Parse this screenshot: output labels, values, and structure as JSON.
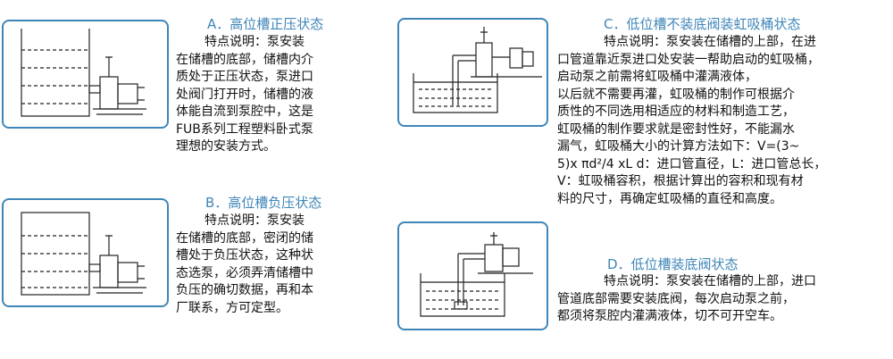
{
  "sections": {
    "a": {
      "title": "A．高位槽正压状态",
      "lines": [
        "特点说明：泵安装",
        "在储槽的底部，储槽内介",
        "质处于正压状态，泵进口",
        "处阀门打开时，储槽的液",
        "体能自流到泵腔中，这是",
        "FUB系列工程塑料卧式泵",
        "理想的安装方式。"
      ]
    },
    "b": {
      "title": "B．高位槽负压状态",
      "lines": [
        "特点说明：泵安装",
        "在储槽的底部，密闭的储",
        "槽处于负压状态，这种状",
        "态选泵，必须弄清储槽中",
        "负压的确切数据，再和本",
        "厂联系，方可定型。"
      ]
    },
    "c": {
      "title": "C．低位槽不装底阀装虹吸桶状态",
      "lines": [
        "特点说明：泵安装在储槽的上部，在进",
        "口管道靠近泵进口处安装一帮助启动的虹吸桶，",
        "启动泵之前需将虹吸桶中灌满液体，",
        "以后就不需要再灌，虹吸桶的制作可根据介",
        "质性的不同选用相适应的材料和制造工艺，",
        "虹吸桶的制作要求就是密封性好，不能漏水",
        "漏气，虹吸桶大小的计算方法如下：V=(3~",
        "5)x πd²/4 xL  d：进口管直径，L：进口管总长，",
        "V：虹吸桶容积，根据计算出的容积和现有材",
        "料的尺寸，再确定虹吸桶的直径和高度。"
      ]
    },
    "d": {
      "title": "D．低位槽装底阀状态",
      "lines": [
        "特点说明：泵安装在储槽的上部，进口",
        "管道底部需要安装底阀，每次启动泵之前，",
        "都须将泵腔内灌满液体，切不可开空车。"
      ]
    }
  }
}
